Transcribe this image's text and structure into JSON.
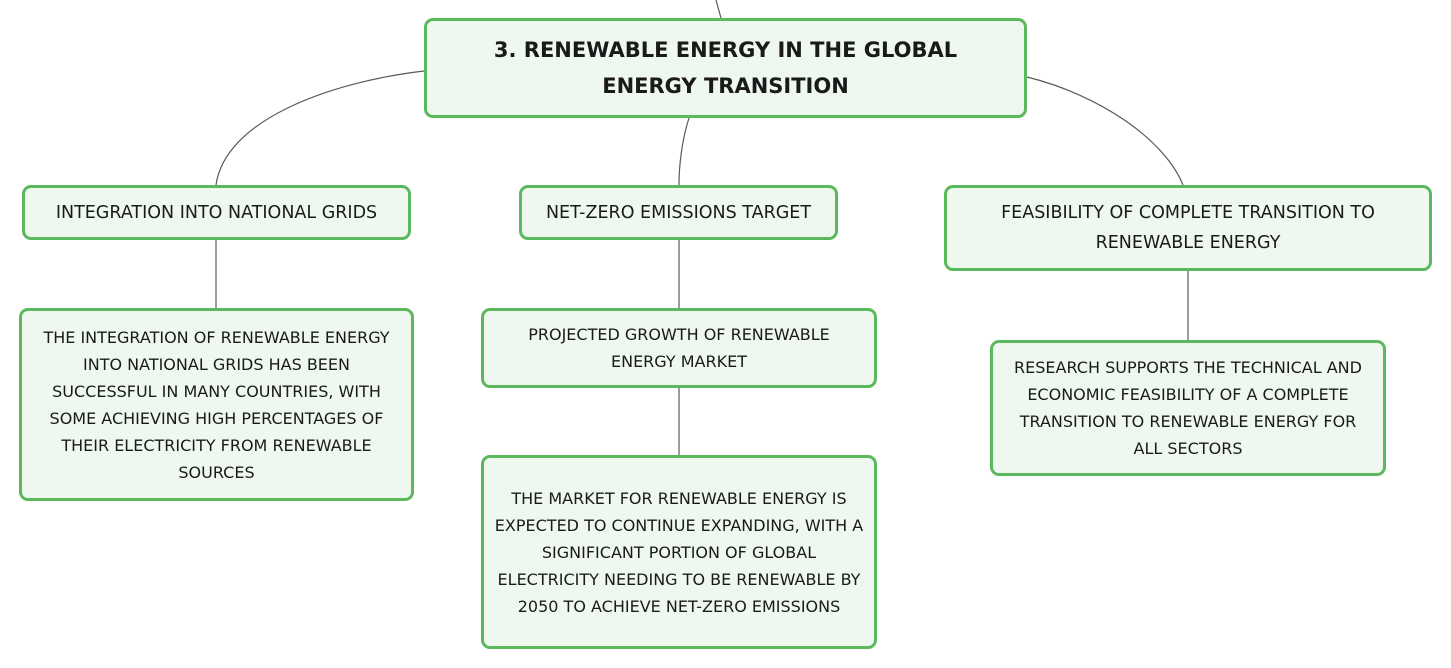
{
  "diagram": {
    "type": "mind-map",
    "accent_color": "#5cb85c",
    "node_fill": "#eef8ef",
    "connector_color": "#5a5a5a",
    "root": {
      "title": "3. RENEWABLE ENERGY IN THE GLOBAL ENERGY TRANSITION"
    },
    "branches": [
      {
        "label": "INTEGRATION INTO NATIONAL GRIDS",
        "children": [
          {
            "text": "THE INTEGRATION OF RENEWABLE ENERGY INTO NATIONAL GRIDS HAS BEEN SUCCESSFUL IN MANY COUNTRIES, WITH SOME ACHIEVING HIGH PERCENTAGES OF THEIR ELECTRICITY FROM RENEWABLE SOURCES"
          }
        ]
      },
      {
        "label": "NET-ZERO EMISSIONS TARGET",
        "children": [
          {
            "text": "PROJECTED GROWTH OF RENEWABLE ENERGY MARKET",
            "children": [
              {
                "text": "THE MARKET FOR RENEWABLE ENERGY IS EXPECTED TO CONTINUE EXPANDING, WITH A SIGNIFICANT PORTION OF GLOBAL ELECTRICITY NEEDING TO BE RENEWABLE BY 2050 TO ACHIEVE NET-ZERO EMISSIONS"
              }
            ]
          }
        ]
      },
      {
        "label": "FEASIBILITY OF COMPLETE TRANSITION TO RENEWABLE ENERGY",
        "children": [
          {
            "text": "RESEARCH SUPPORTS THE TECHNICAL AND ECONOMIC FEASIBILITY OF A COMPLETE TRANSITION TO RENEWABLE ENERGY FOR ALL SECTORS"
          }
        ]
      }
    ]
  }
}
